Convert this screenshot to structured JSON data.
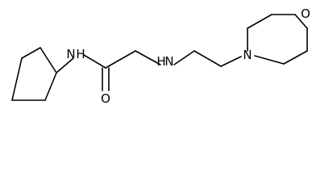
{
  "molecule": {
    "atoms": [
      {
        "id": "N_amide",
        "label": "N"
      },
      {
        "id": "H_amide",
        "label": "H"
      },
      {
        "id": "O_carbonyl",
        "label": "O"
      },
      {
        "id": "N_amine",
        "label": "N"
      },
      {
        "id": "H_amine",
        "label": "H"
      },
      {
        "id": "N_morph",
        "label": "N"
      },
      {
        "id": "O_morph",
        "label": "O"
      }
    ],
    "colors": {
      "bond": "#000000",
      "text": "#000000",
      "background": "#ffffff"
    }
  }
}
